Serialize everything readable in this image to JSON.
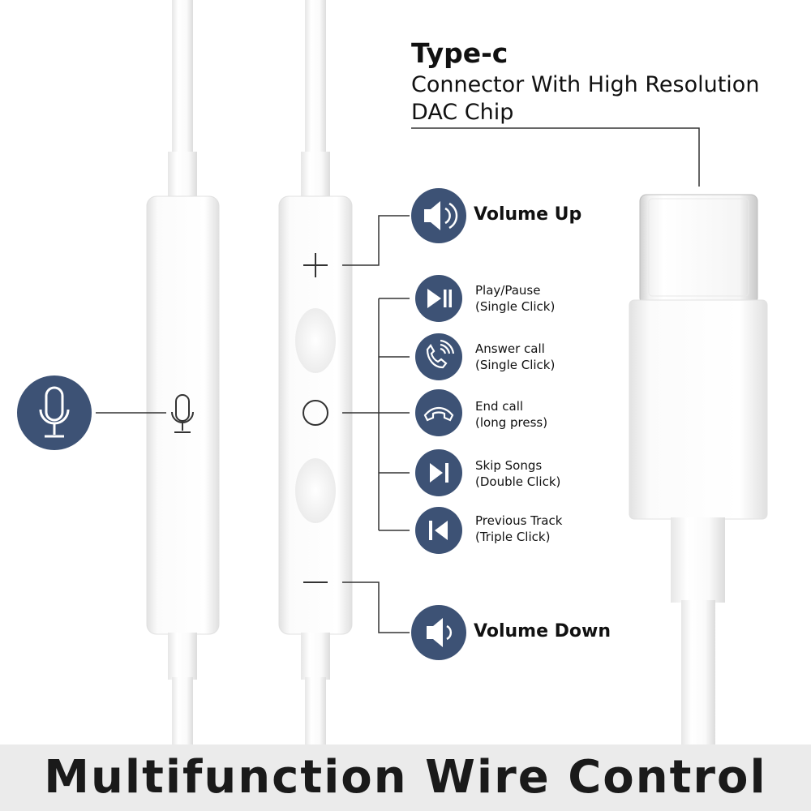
{
  "connector": {
    "title": "Type-c",
    "subtitle_line1": "Connector With High Resolution",
    "subtitle_line2": "DAC Chip"
  },
  "volume_up": {
    "label": "Volume Up",
    "icon": "speaker-up-icon"
  },
  "volume_down": {
    "label": "Volume Down",
    "icon": "speaker-down-icon"
  },
  "microphone": {
    "icon": "microphone-icon"
  },
  "functions": [
    {
      "icon": "play-pause-icon",
      "line1": "Play/Pause",
      "line2": "(Single Click)"
    },
    {
      "icon": "phone-answer-icon",
      "line1": "Answer call",
      "line2": "(Single Click)"
    },
    {
      "icon": "phone-end-icon",
      "line1": "End call",
      "line2": "(long press)"
    },
    {
      "icon": "skip-next-icon",
      "line1": "Skip Songs",
      "line2": "(Double Click)"
    },
    {
      "icon": "skip-previous-icon",
      "line1": "Previous Track",
      "line2": "(Triple Click)"
    }
  ],
  "footer": {
    "title": "Multifunction Wire Control"
  },
  "colors": {
    "icon_circle": "#3d5275",
    "cable": "#f6f6f6",
    "cable_edge": "#d9d9d9",
    "footer_bg": "#ebebeb"
  }
}
